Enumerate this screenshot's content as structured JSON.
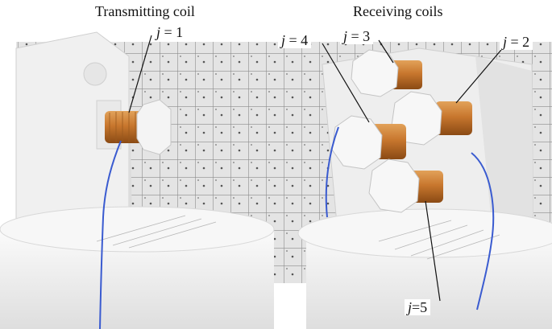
{
  "captions": {
    "transmitting": "Transmitting coil",
    "receiving": "Receiving coils"
  },
  "labels": {
    "j1": {
      "var": "j",
      "rest": " = 1"
    },
    "j2": {
      "var": "j",
      "rest": " = 2"
    },
    "j3": {
      "var": "j",
      "rest": " = 3"
    },
    "j4": {
      "var": "j",
      "rest": " = 4"
    },
    "j5": {
      "var": "j",
      "rest": "=5"
    }
  },
  "colors": {
    "background_board": "#dcdcdc",
    "grid_line": "#8c8c8c",
    "foam": "#f2f2f2",
    "copper": "#c8772e",
    "cable": "#3a5bd0"
  }
}
